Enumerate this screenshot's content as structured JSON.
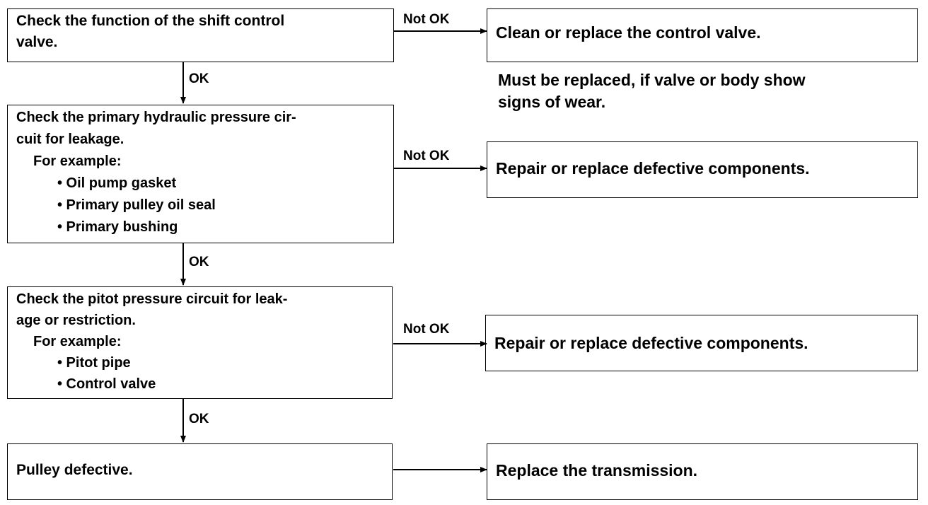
{
  "left_boxes": [
    {
      "lines": [
        "Check the function of the shift control",
        "valve."
      ]
    },
    {
      "lines": [
        "Check the primary hydraulic pressure cir-",
        "cuit for leakage."
      ],
      "example_label": "For example:",
      "items": [
        "• Oil pump gasket",
        "• Primary pulley oil seal",
        "• Primary bushing"
      ]
    },
    {
      "lines": [
        "Check the pitot pressure circuit for leak-",
        "age or restriction."
      ],
      "example_label": "For example:",
      "items": [
        "• Pitot pipe",
        "• Control valve"
      ]
    },
    {
      "lines": [
        "Pulley defective."
      ]
    }
  ],
  "right_boxes": [
    "Clean or replace the control valve.",
    "Repair or replace defective components.",
    "Repair or replace defective components.",
    "Replace the transmission."
  ],
  "note": [
    "Must be replaced, if valve or body show",
    "signs of wear."
  ],
  "labels": {
    "not_ok": [
      "Not OK",
      "Not OK",
      "Not OK"
    ],
    "ok": [
      "OK",
      "OK",
      "OK"
    ]
  },
  "colors": {
    "line": "#000000",
    "background": "#ffffff"
  }
}
